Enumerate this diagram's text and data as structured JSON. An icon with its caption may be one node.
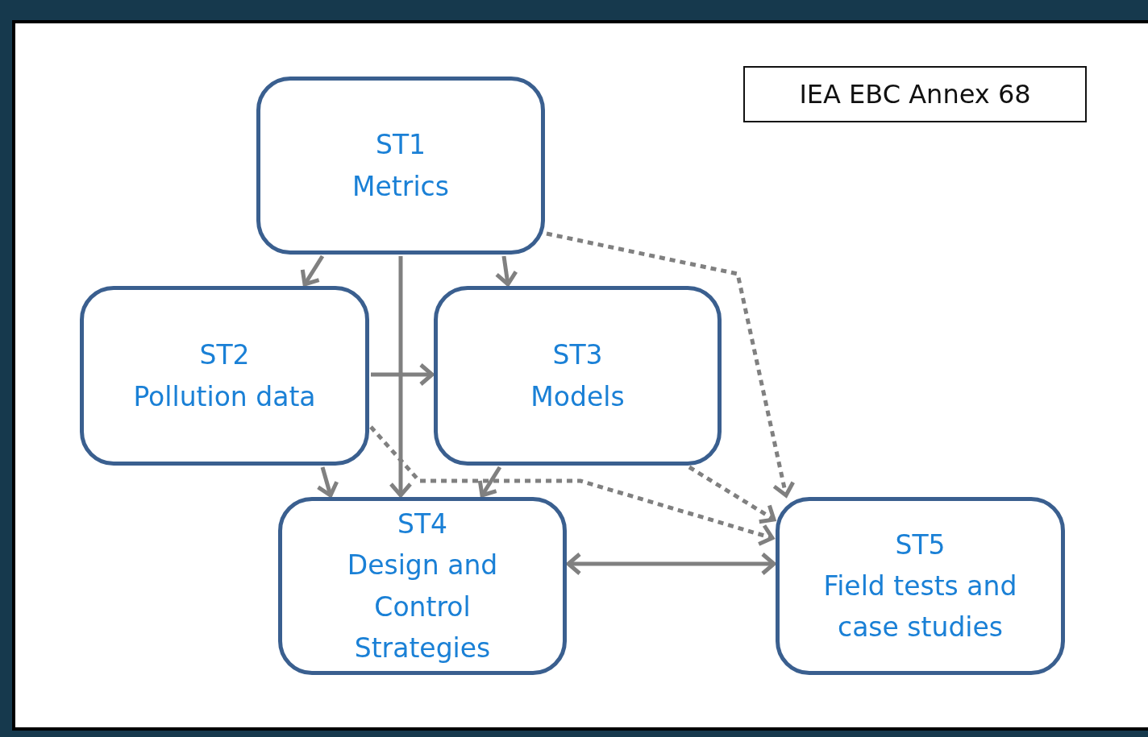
{
  "diagram": {
    "nodes": [
      {
        "text": [
          "ST1",
          "Metrics"
        ]
      },
      {
        "text": [
          "IEA EBC Annex 68"
        ]
      },
      {
        "text": [
          "ST2",
          "Pollution data"
        ]
      },
      {
        "text": [
          "ST3",
          "Models"
        ]
      },
      {
        "text": [
          "ST4",
          "Design and Control Strategies"
        ]
      },
      {
        "text": [
          "ST5",
          "Field tests and case studies"
        ]
      }
    ],
    "edges": [
      {
        "from": 0,
        "to": 2,
        "arrow": "to"
      },
      {
        "from": 0,
        "to": 4,
        "arrow": "to"
      },
      {
        "from": 0,
        "to": 3,
        "arrow": "to"
      },
      {
        "from": 0,
        "to": 5,
        "arrow": "to",
        "style": "dashed"
      },
      {
        "from": 2,
        "to": 3,
        "arrow": "to"
      },
      {
        "from": 2,
        "to": 4,
        "arrow": "to"
      },
      {
        "from": 2,
        "to": 5,
        "arrow": "to",
        "style": "dashed"
      },
      {
        "from": 3,
        "to": 4,
        "arrow": "to"
      },
      {
        "from": 3,
        "to": 5,
        "arrow": "to",
        "style": "dashed"
      },
      {
        "from": 4,
        "to": 5,
        "arrow": "both"
      }
    ]
  }
}
